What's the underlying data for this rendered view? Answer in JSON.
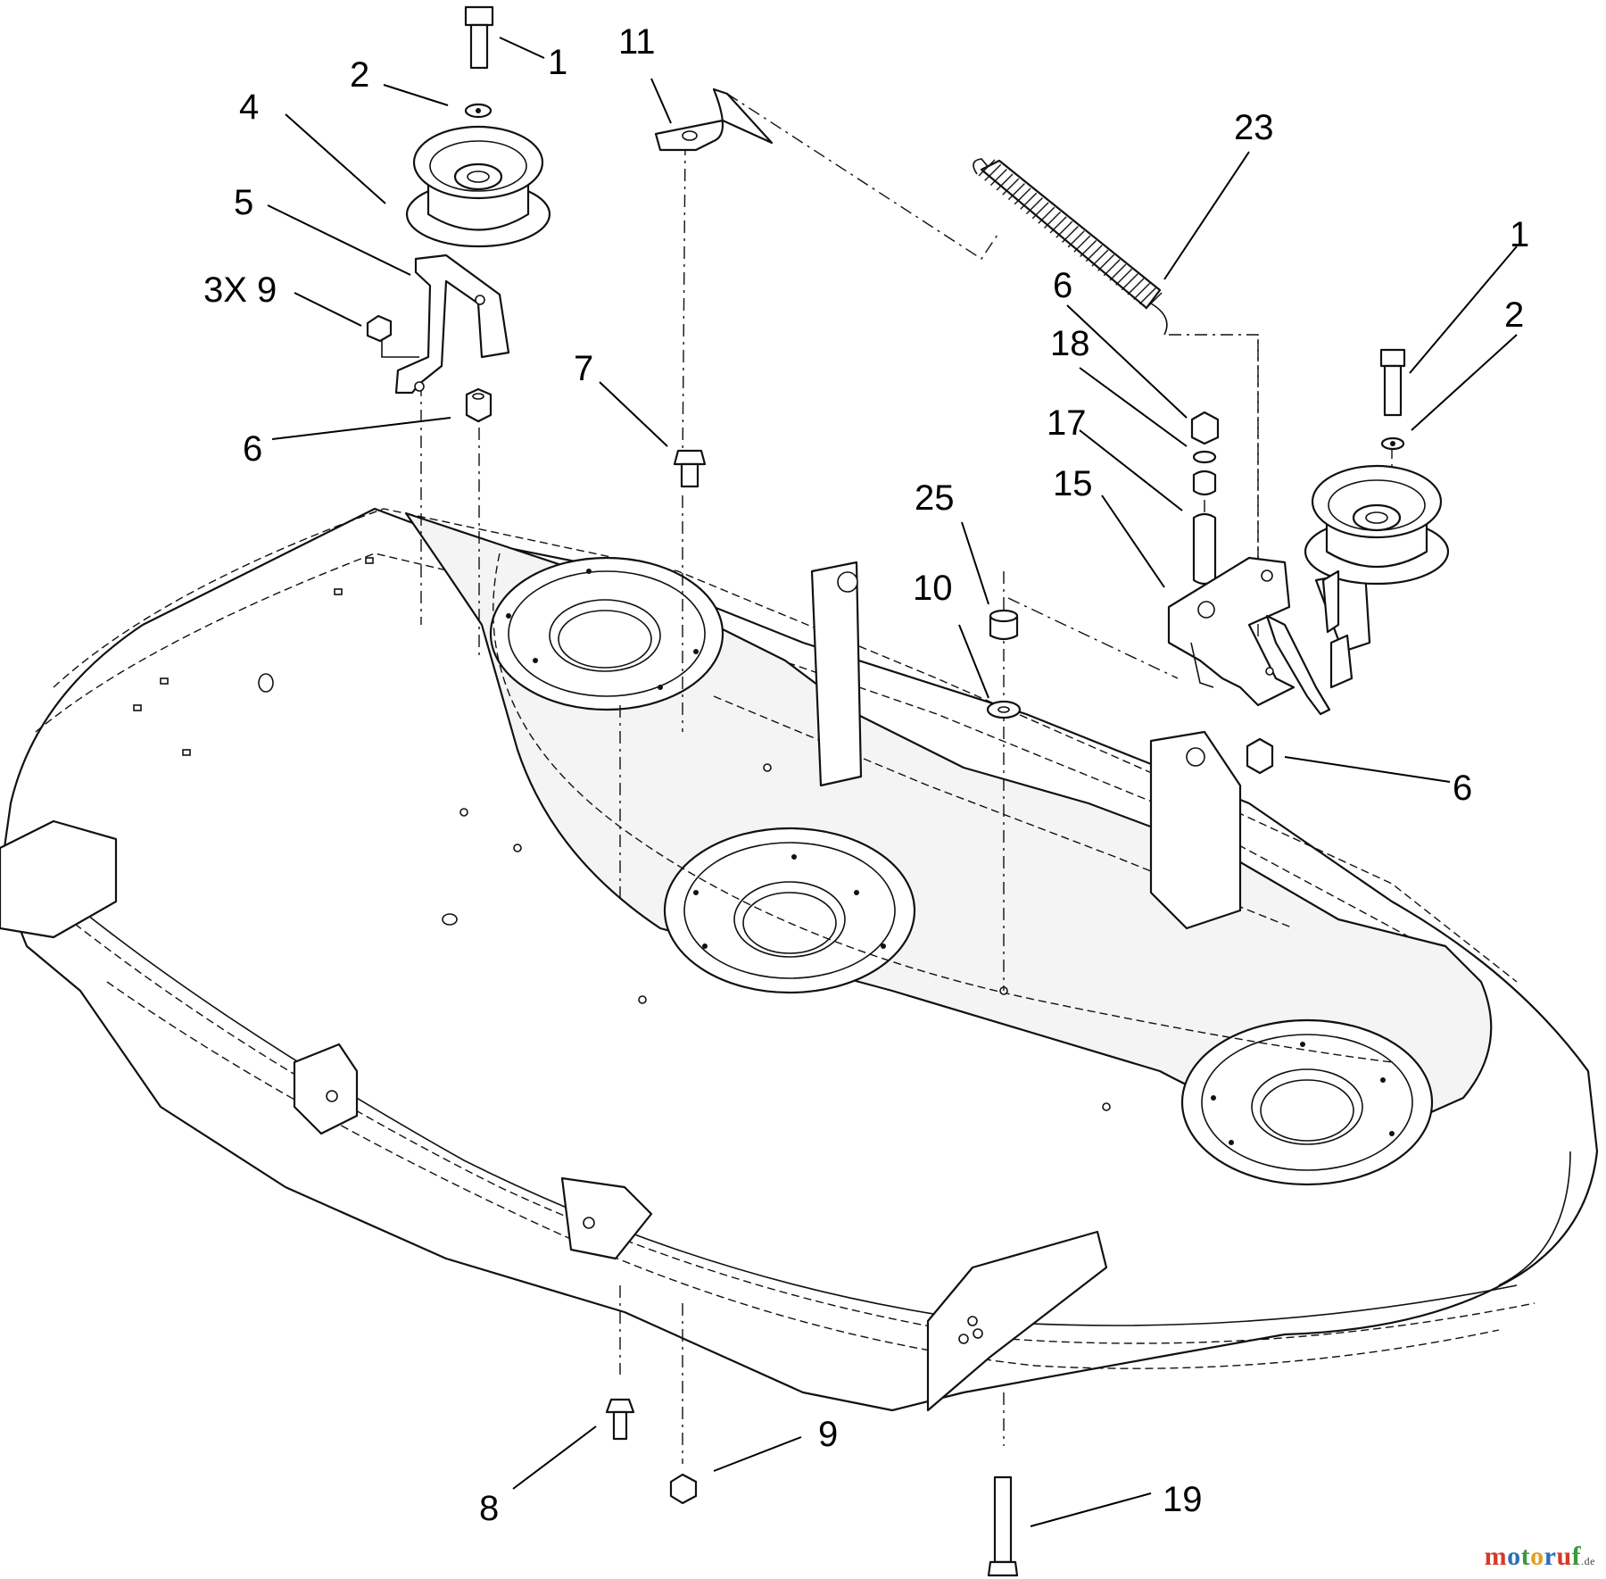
{
  "callouts": [
    {
      "id": "c1a",
      "text": "1"
    },
    {
      "id": "c2a",
      "text": "2"
    },
    {
      "id": "c4",
      "text": "4"
    },
    {
      "id": "c5",
      "text": "5"
    },
    {
      "id": "c3x9",
      "text": "3X 9"
    },
    {
      "id": "c6a",
      "text": "6"
    },
    {
      "id": "c11",
      "text": "11"
    },
    {
      "id": "c7",
      "text": "7"
    },
    {
      "id": "c23",
      "text": "23"
    },
    {
      "id": "c1b",
      "text": "1"
    },
    {
      "id": "c2b",
      "text": "2"
    },
    {
      "id": "c6b",
      "text": "6"
    },
    {
      "id": "c18",
      "text": "18"
    },
    {
      "id": "c17",
      "text": "17"
    },
    {
      "id": "c15",
      "text": "15"
    },
    {
      "id": "c25",
      "text": "25"
    },
    {
      "id": "c10",
      "text": "10"
    },
    {
      "id": "c6c",
      "text": "6"
    },
    {
      "id": "c8",
      "text": "8"
    },
    {
      "id": "c9",
      "text": "9"
    },
    {
      "id": "c19",
      "text": "19"
    }
  ],
  "watermark": {
    "letters": [
      "m",
      "o",
      "t",
      "o",
      "r",
      "u",
      "f"
    ],
    "colors": [
      "#d33a2c",
      "#2a6fb8",
      "#3a9a3a",
      "#e0a020",
      "#2a6fb8",
      "#d33a2c",
      "#3a9a3a"
    ],
    "suffix": ".de"
  }
}
